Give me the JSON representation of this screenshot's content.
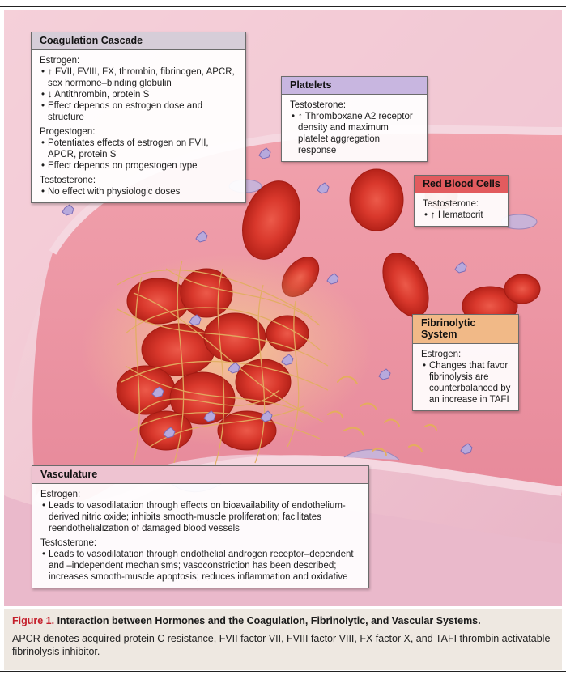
{
  "coagulation": {
    "title": "Coagulation Cascade",
    "estrogen_heading": "Estrogen:",
    "estrogen_items": [
      "↑ FVII, FVIII, FX, thrombin, fibrinogen, APCR, sex hormone–binding globulin",
      "↓ Antithrombin, protein S",
      "Effect depends on estrogen dose and structure"
    ],
    "progestogen_heading": "Progestogen:",
    "progestogen_items": [
      "Potentiates effects of estrogen on FVII, APCR, protein S",
      "Effect depends on progestogen type"
    ],
    "testosterone_heading": "Testosterone:",
    "testosterone_items": [
      "No effect with physiologic doses"
    ]
  },
  "platelets": {
    "title": "Platelets",
    "testosterone_heading": "Testosterone:",
    "testosterone_items": [
      "↑ Thromboxane A2 receptor density and maximum platelet aggregation response"
    ]
  },
  "red_blood_cells": {
    "title": "Red Blood Cells",
    "testosterone_heading": "Testosterone:",
    "testosterone_items": [
      "↑ Hematocrit"
    ]
  },
  "fibrinolytic": {
    "title": "Fibrinolytic System",
    "estrogen_heading": "Estrogen:",
    "estrogen_items": [
      "Changes that favor fibrinolysis are counterbalanced by an increase in TAFI"
    ]
  },
  "vasculature": {
    "title": "Vasculature",
    "estrogen_heading": "Estrogen:",
    "estrogen_items": [
      "Leads to vasodilatation through effects on bioavailability of endothelium-derived nitric oxide; inhibits smooth-muscle proliferation; facilitates reendothelialization of damaged blood vessels"
    ],
    "testosterone_heading": "Testosterone:",
    "testosterone_items": [
      "Leads to vasodilatation through endothelial androgen receptor–dependent and –independent mechanisms; vasoconstriction has been described; increases smooth-muscle apoptosis; reduces inflammation and oxidative"
    ]
  },
  "caption": {
    "label": "Figure 1.",
    "title": "Interaction between Hormones and the Coagulation, Fibrinolytic, and Vascular Systems.",
    "body": "APCR denotes acquired protein C resistance, FVII factor VII, FVIII factor VIII, FX factor X, and TAFI thrombin activatable fibrinolysis inhibitor."
  }
}
